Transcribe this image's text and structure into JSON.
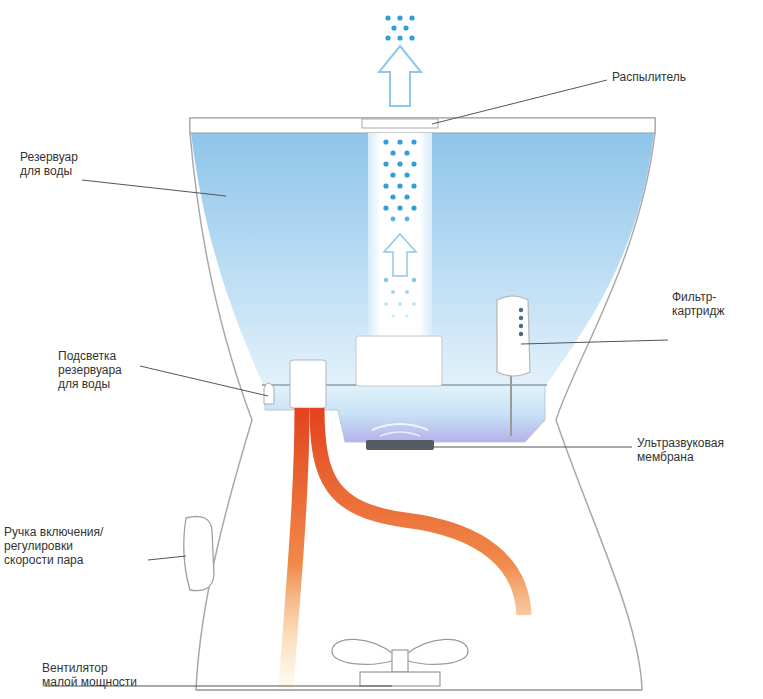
{
  "diagram": {
    "labels": [
      "Распылитель",
      "Резервуар для воды",
      "Фильтр-картридж",
      "Подсветка резервуара для воды",
      "Ультразвуковая мембрана",
      "Ручка включения/ регулировки скорости пара",
      "Вентилятор малой мощности"
    ]
  }
}
